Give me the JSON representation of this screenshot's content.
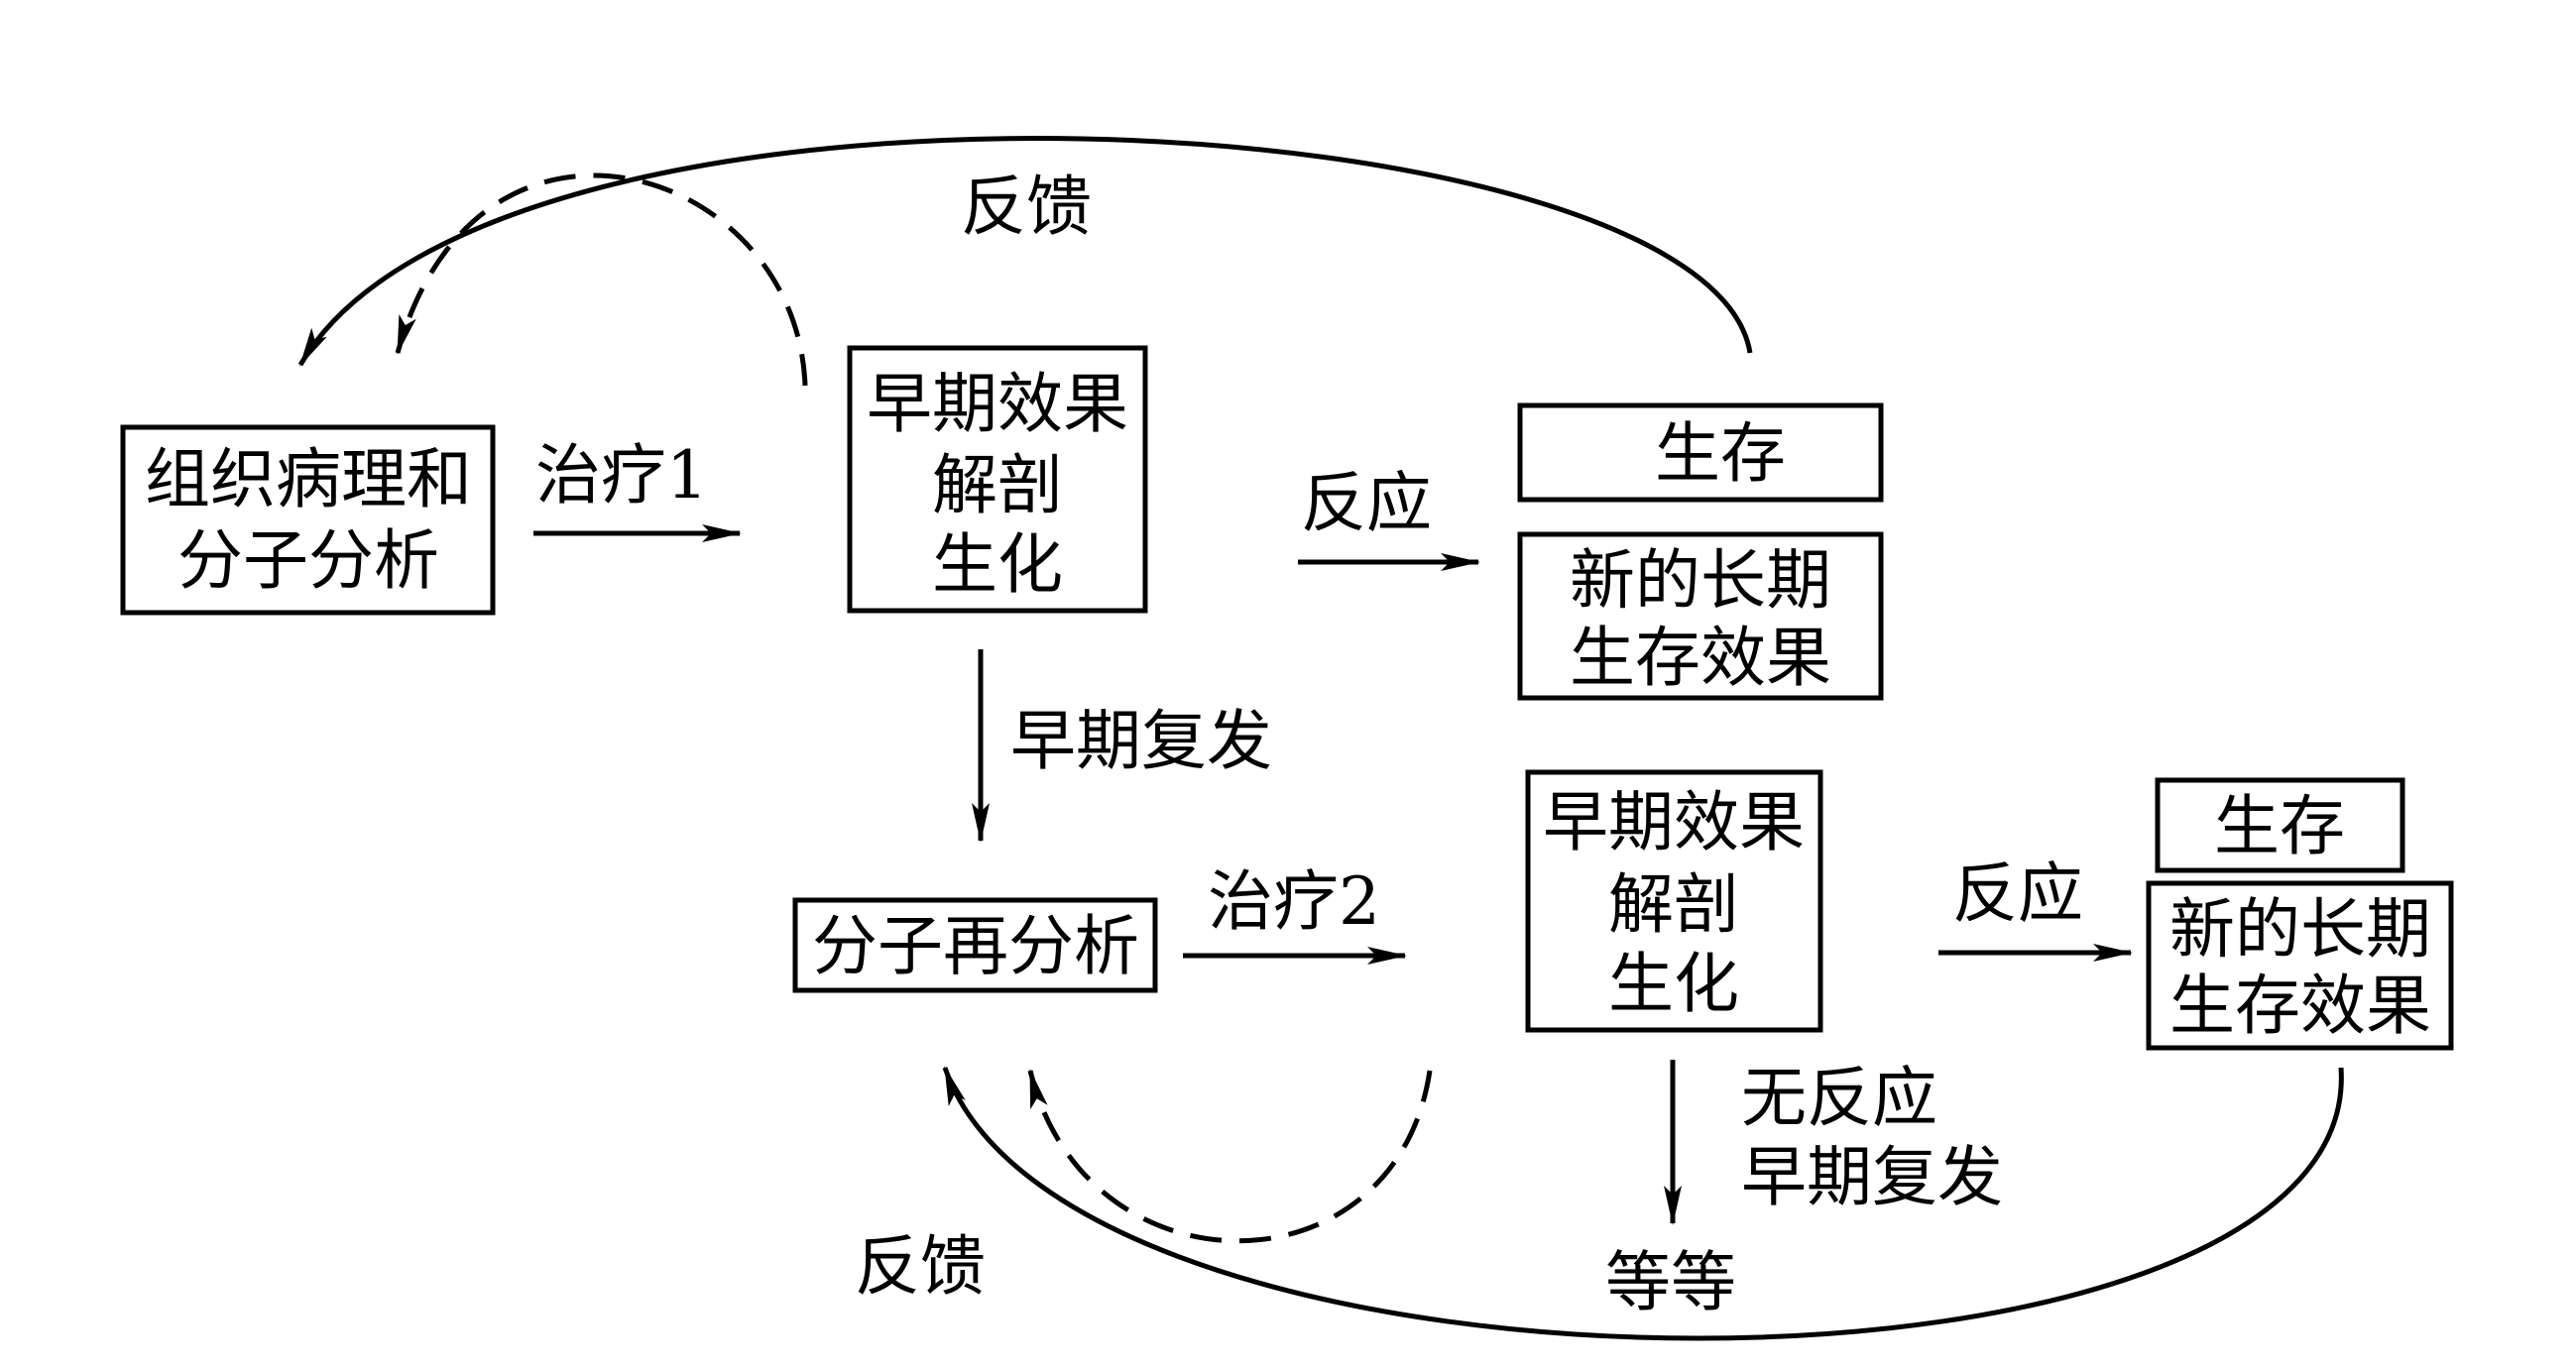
{
  "colors": {
    "stroke": "#000000",
    "background": "#ffffff"
  },
  "nodes": {
    "histology": {
      "lines": [
        "组织病理和",
        "分子分析"
      ]
    },
    "early_effect_1": {
      "lines": [
        "早期效果",
        "解剖",
        "生化"
      ]
    },
    "survival_1": {
      "lines": [
        "生存"
      ]
    },
    "new_long_term_1": {
      "lines": [
        "新的长期",
        "生存效果"
      ]
    },
    "molecular_reanalysis": {
      "lines": [
        "分子再分析"
      ]
    },
    "early_effect_2": {
      "lines": [
        "早期效果",
        "解剖",
        "生化"
      ]
    },
    "survival_2": {
      "lines": [
        "生存"
      ]
    },
    "new_long_term_2": {
      "lines": [
        "新的长期",
        "生存效果"
      ]
    },
    "etc": {
      "lines": [
        "等等"
      ]
    }
  },
  "edges": {
    "treatment_1": "治疗1",
    "response_1": "反应",
    "early_relapse_1": "早期复发",
    "treatment_2": "治疗2",
    "response_2": "反应",
    "no_response": [
      "无反应",
      "早期复发"
    ],
    "feedback_top": "反馈",
    "feedback_bottom": "反馈"
  }
}
